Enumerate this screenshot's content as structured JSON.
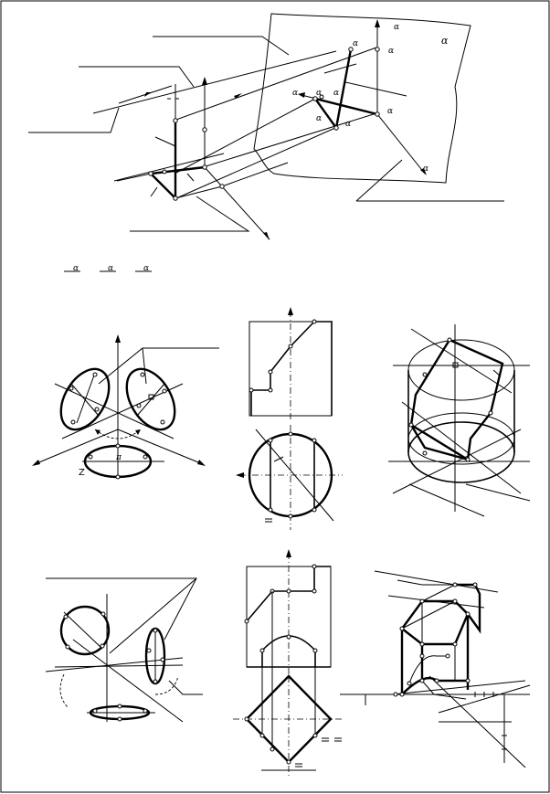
{
  "labels": {
    "alpha_main": "α",
    "alpha_corner": "α",
    "alpha_axis_top": "α",
    "alpha_axis_right": "α",
    "alpha_bottom": "α",
    "alpha_mid1": "α",
    "alpha_mid2": "α",
    "alpha_mid3": "α",
    "alpha_mid4": "α",
    "alpha_mid5": "α",
    "alpha_mid6": "α",
    "alpha_row1": "α",
    "alpha_row2": "α",
    "alpha_row3": "α",
    "z_label": "Z",
    "pi_label": "π"
  }
}
